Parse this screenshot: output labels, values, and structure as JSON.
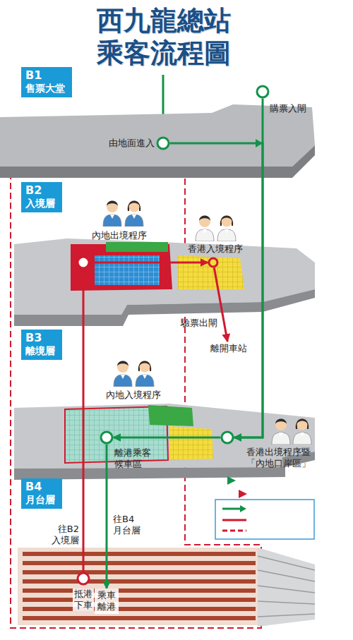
{
  "diagram": {
    "title": "西九龍總站 乘客流程圖",
    "nodes": [
      {
        "text": [
          "B1",
          "售票大堂"
        ]
      },
      {
        "text": [
          "由地面進入"
        ]
      },
      {
        "text": [
          "購票入閘"
        ]
      },
      {
        "text": [
          "B2",
          "入境層"
        ]
      },
      {
        "text": [
          "內地出境程序"
        ]
      },
      {
        "text": [
          "香港入境程序"
        ]
      },
      {
        "text": [
          "離開車站"
        ]
      },
      {
        "text": [
          "B3",
          "離境層"
        ]
      },
      {
        "text": [
          "香港出境程序暨 「內地口岸區」"
        ]
      },
      {
        "text": [
          "離港乘客 候車區"
        ]
      },
      {
        "text": [
          "B4",
          "月台層"
        ]
      },
      {
        "text": [
          "抵港 下車"
        ]
      },
      {
        "text": [
          "乘車 離港"
        ]
      }
    ],
    "edges": [
      {
        "from": 1,
        "to": 8,
        "arrow": "to"
      },
      {
        "from": 2,
        "to": 8,
        "arrow": "to"
      },
      {
        "from": 8,
        "to": 9,
        "arrow": "to"
      },
      {
        "from": 9,
        "to": 12,
        "arrow": "to",
        "label": "往B4 月台層"
      },
      {
        "from": 11,
        "to": 4,
        "arrow": "to",
        "label": "往B2 入境層"
      },
      {
        "from": 4,
        "to": 5,
        "arrow": "to"
      },
      {
        "from": 5,
        "to": 6,
        "arrow": "to",
        "label": "驗票出閘"
      }
    ],
    "labels": [
      "內地入境程序"
    ]
  }
}
